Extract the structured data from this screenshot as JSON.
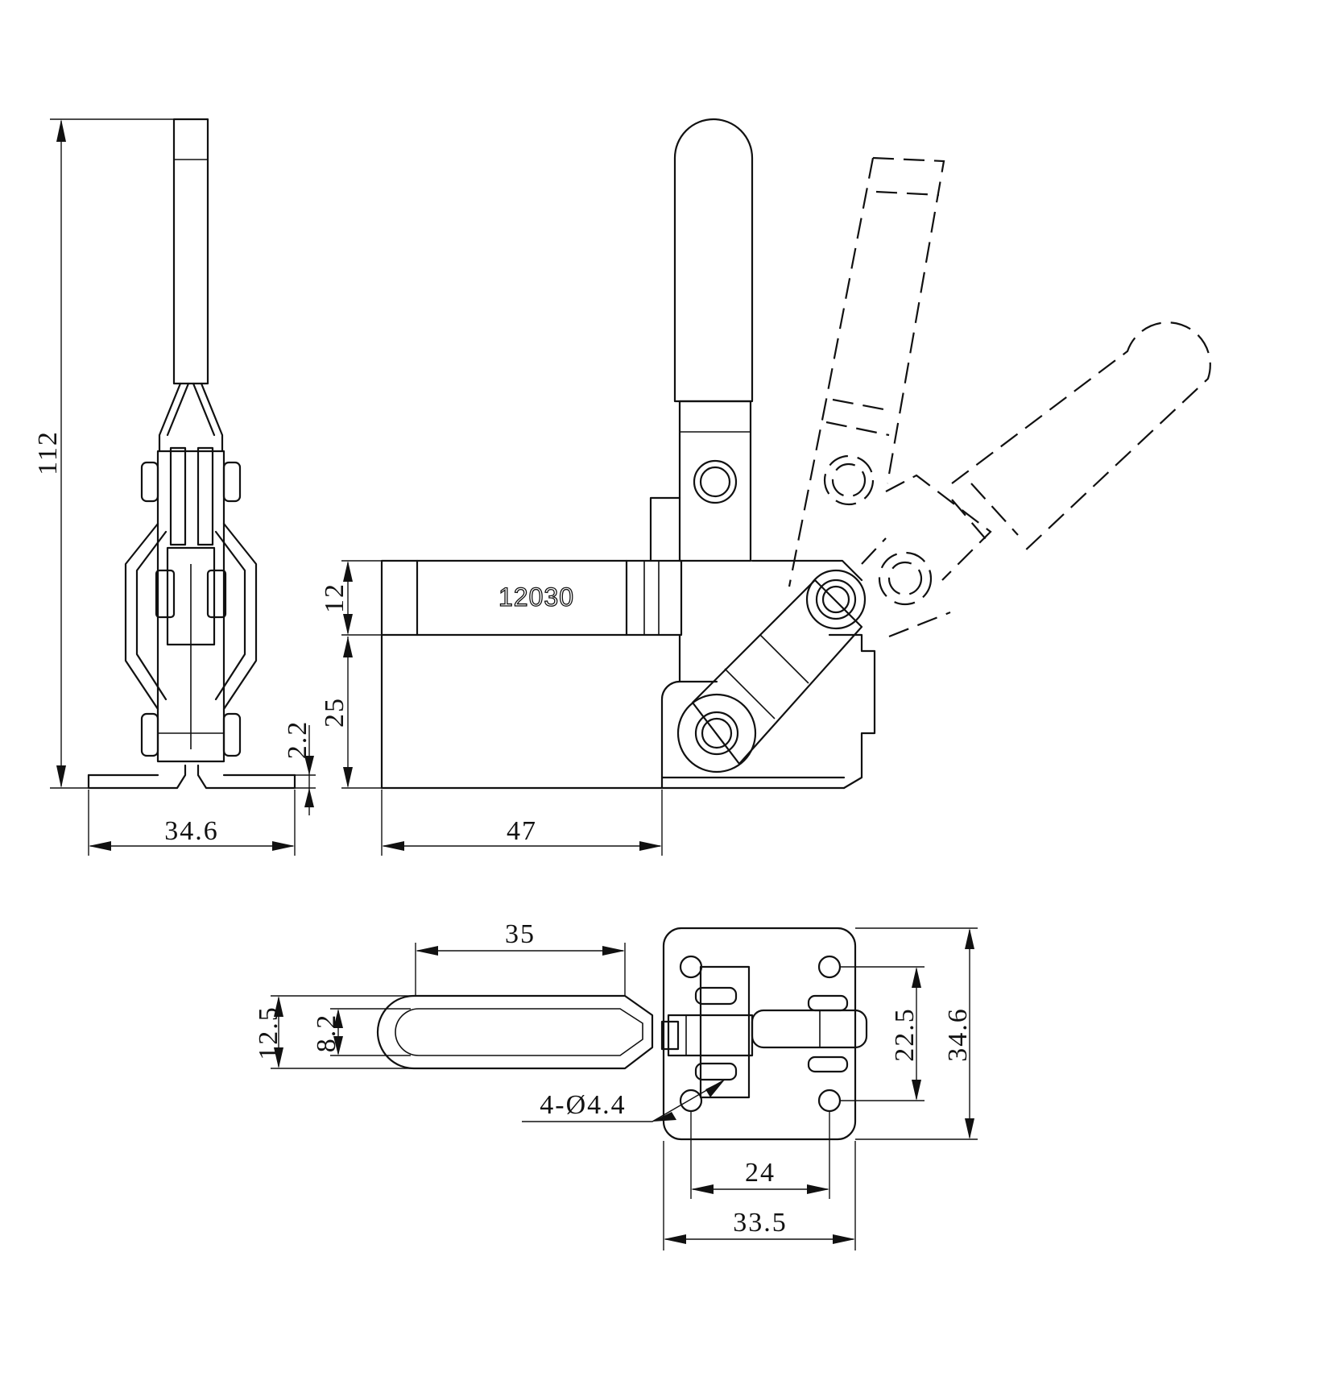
{
  "part_number": "12030",
  "dimensions": {
    "side_total_height": "112",
    "side_base_width": "34.6",
    "side_base_thickness": "2.2",
    "bar_height": "12",
    "body_height": "25",
    "bar_length": "47",
    "handle_length": "35",
    "handle_outer_width": "12.5",
    "handle_inner_width": "8.2",
    "mount_holes": "4-Ø4.4",
    "hole_spacing_y": "22.5",
    "base_width_y": "34.6",
    "hole_spacing_x": "24",
    "base_width_x": "33.5"
  }
}
